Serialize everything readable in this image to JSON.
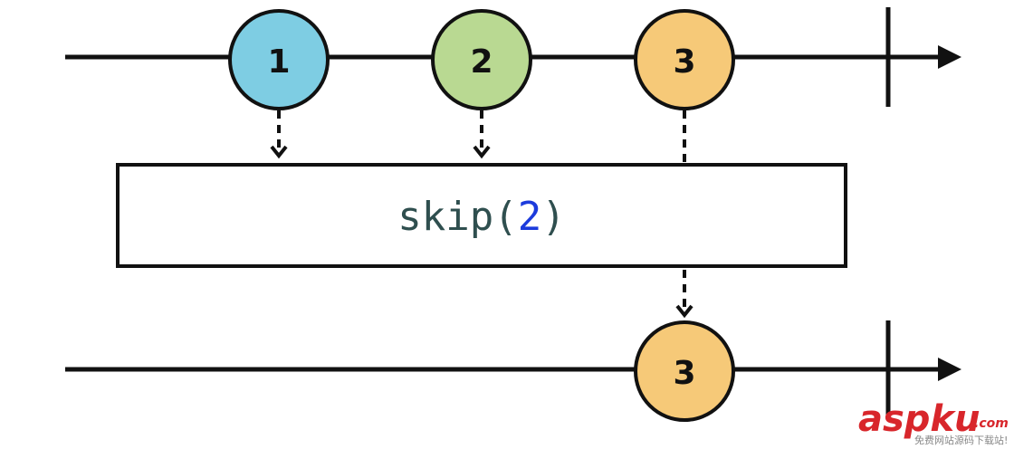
{
  "input_stream": {
    "marbles": [
      {
        "label": "1",
        "color": "#7ecde3"
      },
      {
        "label": "2",
        "color": "#b9d992"
      },
      {
        "label": "3",
        "color": "#f6c978"
      }
    ]
  },
  "operator": {
    "name": "skip",
    "open_paren": "(",
    "argument": "2",
    "close_paren": ")",
    "name_color": "#2f4f4f",
    "argument_color": "#1c3bdc"
  },
  "output_stream": {
    "marbles": [
      {
        "label": "3",
        "color": "#f6c978"
      }
    ]
  },
  "watermark": {
    "brand": "aspku",
    "domain": ".com",
    "tagline": "免费网站源码下载站!",
    "color": "#d8262b"
  }
}
